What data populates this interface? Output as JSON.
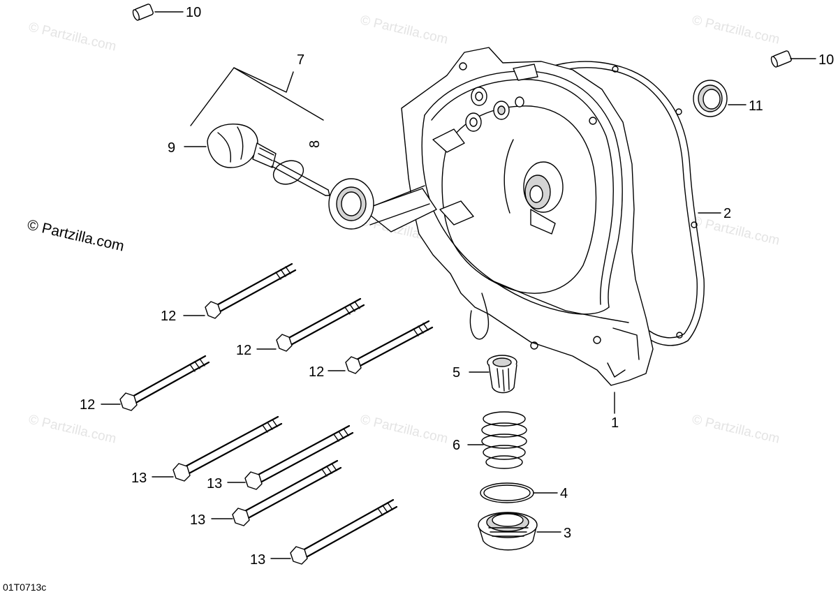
{
  "watermark_text": "© Partzilla.com",
  "diagram_code": "01T0713c",
  "callouts": {
    "c1": "1",
    "c2": "2",
    "c3": "3",
    "c4": "4",
    "c5": "5",
    "c6": "6",
    "c7": "7",
    "c8": "8",
    "c9": "9",
    "c10a": "10",
    "c10b": "10",
    "c11": "11",
    "c12a": "12",
    "c12b": "12",
    "c12c": "12",
    "c12d": "12",
    "c13a": "13",
    "c13b": "13",
    "c13c": "13",
    "c13d": "13"
  }
}
